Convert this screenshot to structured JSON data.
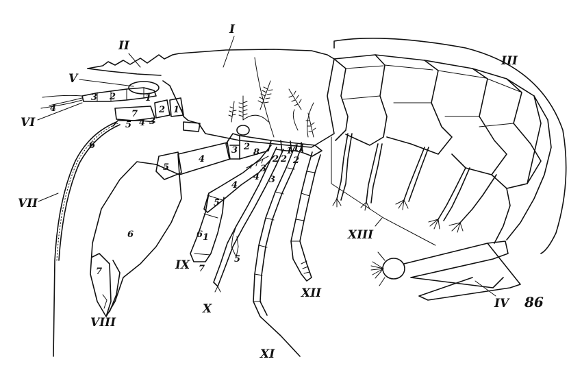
{
  "figure": {
    "number": "86",
    "labels": {
      "I": "I",
      "II": "II",
      "III": "III",
      "IV": "IV",
      "V": "V",
      "VI": "VI",
      "VII": "VII",
      "VIII": "VIII",
      "IX": "IX",
      "X": "X",
      "XI": "XI",
      "XII": "XII",
      "XIII": "XIII"
    },
    "segment_numbers": {
      "ant1": [
        "1",
        "2",
        "3",
        "4"
      ],
      "ant2": [
        "1",
        "2",
        "3",
        "4",
        "5",
        "6",
        "7"
      ],
      "cheliped": [
        "1",
        "2",
        "3",
        "4",
        "5",
        "6",
        "7",
        "8"
      ],
      "leg_ix": [
        "5",
        "6",
        "1",
        "7"
      ],
      "leg_x": [
        "2",
        "3",
        "4",
        "5"
      ],
      "leg_xi": [
        "1",
        "2",
        "3"
      ],
      "leg_xii": [
        "1",
        "2"
      ]
    }
  },
  "colors": {
    "ink": "#111111",
    "paper": "#ffffff"
  }
}
